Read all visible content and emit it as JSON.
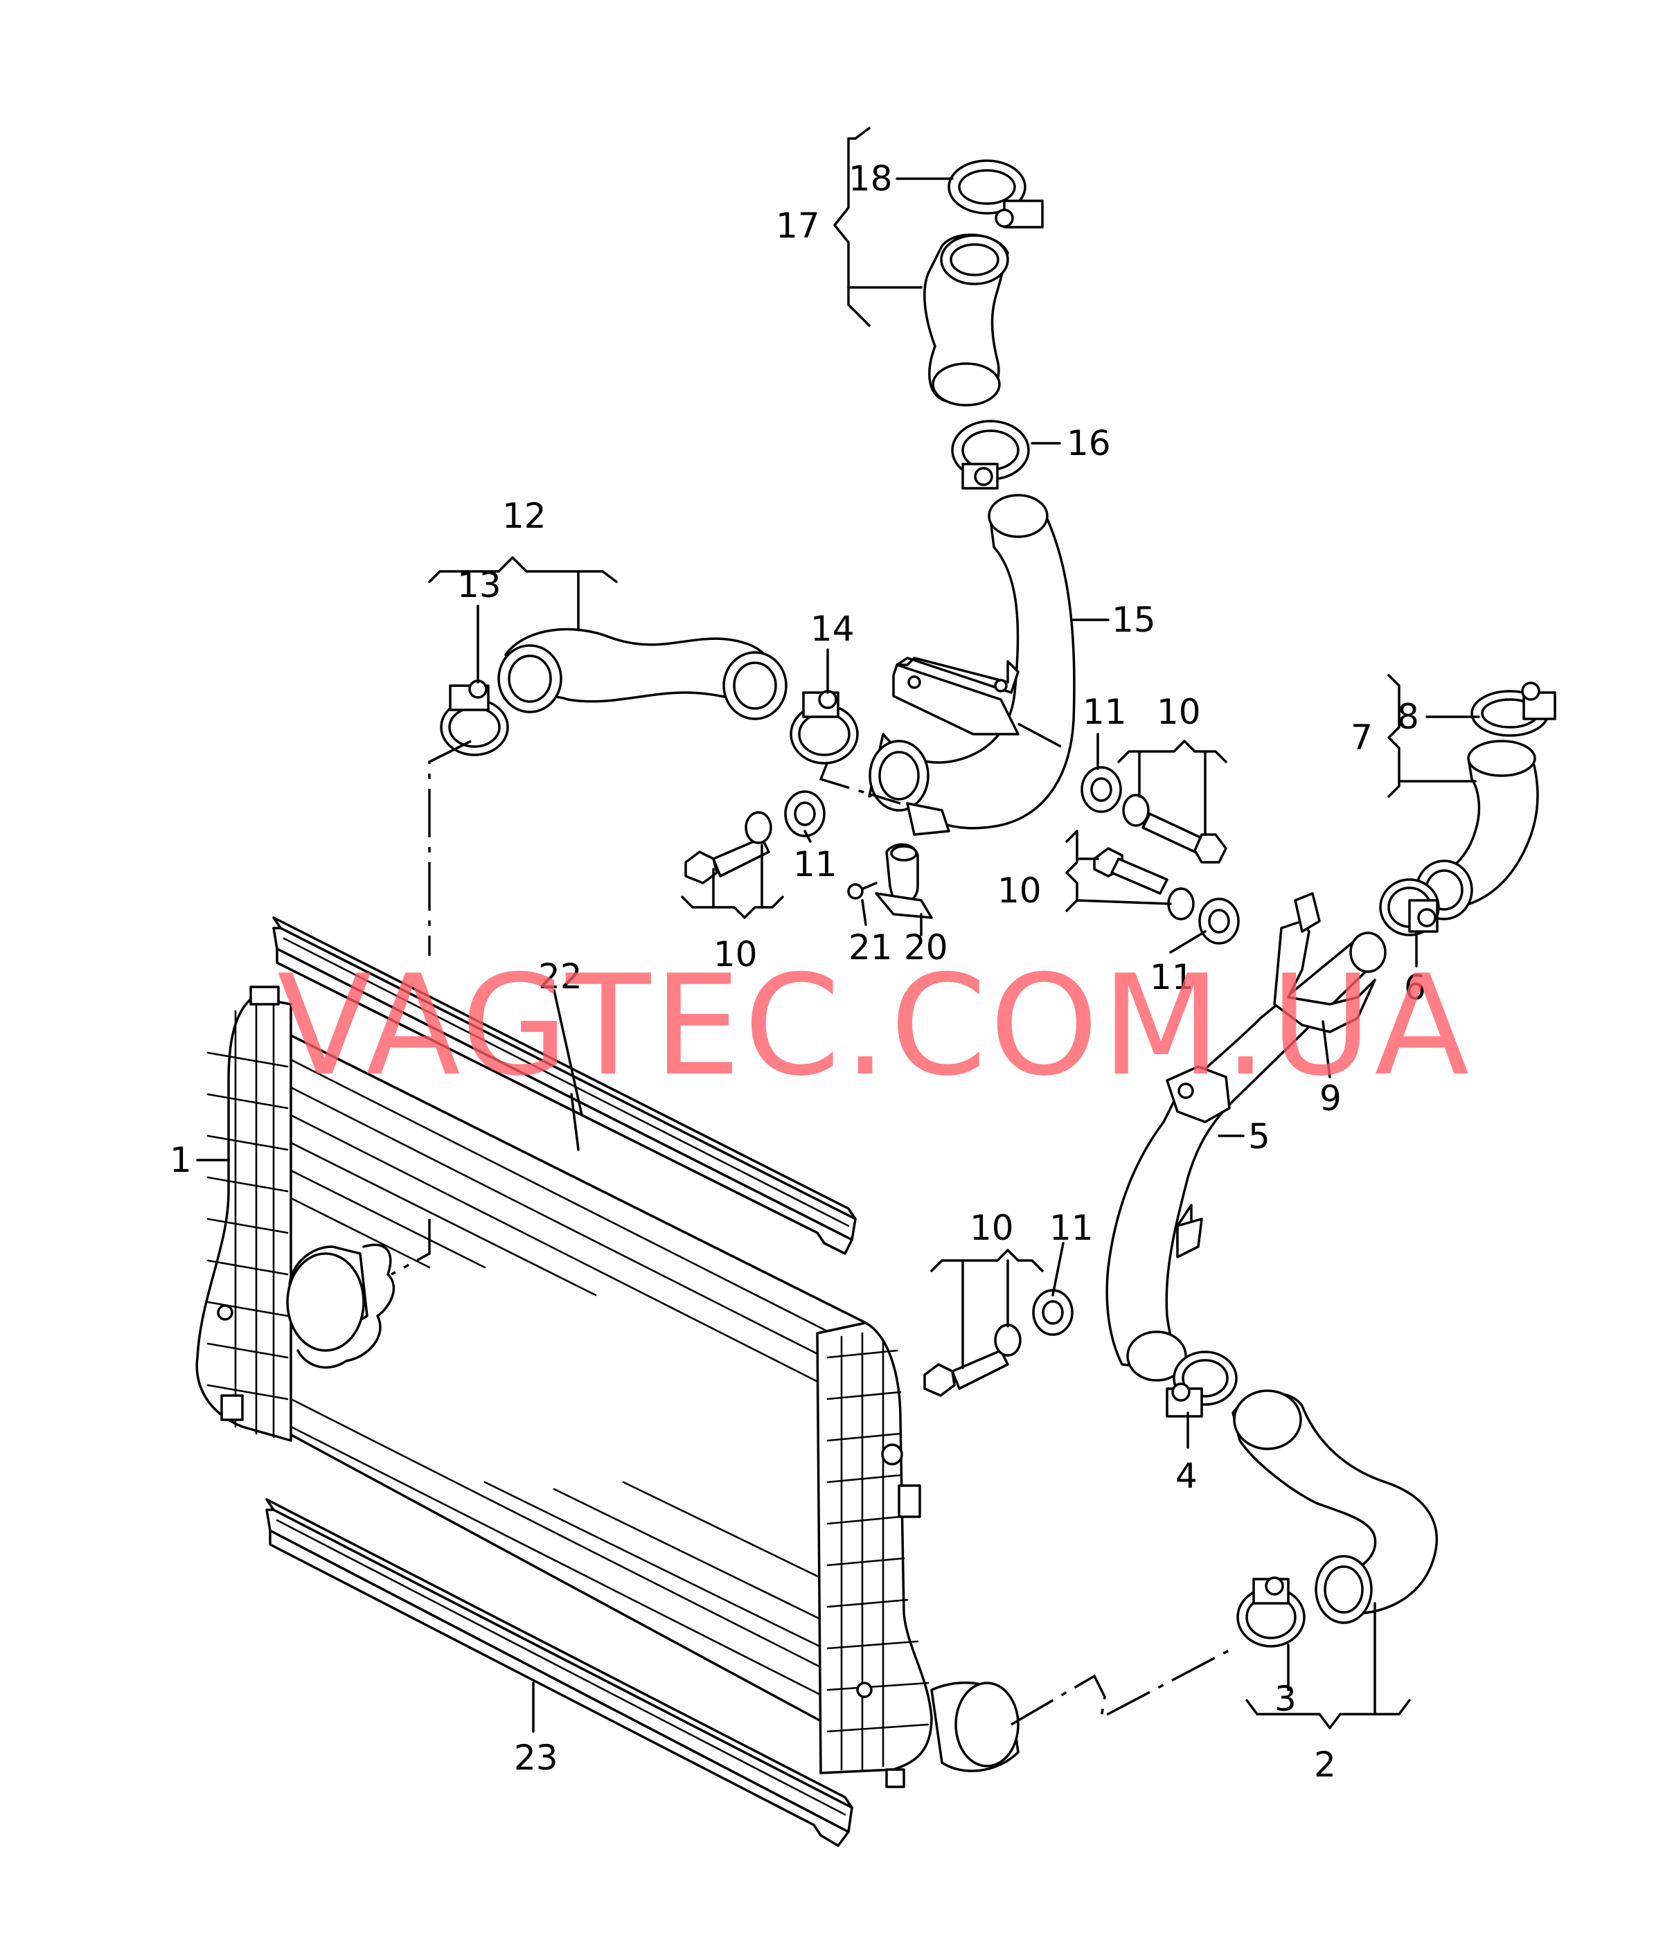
{
  "watermark": "VAGTEC.COM.UA",
  "part_numbers": [
    "1",
    "2",
    "3",
    "4",
    "5",
    "6",
    "7",
    "8",
    "9",
    "10",
    "11",
    "12",
    "13",
    "14",
    "15",
    "16",
    "17",
    "18",
    "20",
    "21",
    "22",
    "23"
  ],
  "callouts": [
    {
      "id": "n1",
      "text": "1"
    },
    {
      "id": "n2",
      "text": "2"
    },
    {
      "id": "n3",
      "text": "3"
    },
    {
      "id": "n4",
      "text": "4"
    },
    {
      "id": "n5",
      "text": "5"
    },
    {
      "id": "n6",
      "text": "6"
    },
    {
      "id": "n7",
      "text": "7"
    },
    {
      "id": "n8",
      "text": "8"
    },
    {
      "id": "n9",
      "text": "9"
    },
    {
      "id": "n10",
      "text": "10"
    },
    {
      "id": "n11",
      "text": "11"
    },
    {
      "id": "n12",
      "text": "12"
    },
    {
      "id": "n13",
      "text": "13"
    },
    {
      "id": "n14",
      "text": "14"
    },
    {
      "id": "n15",
      "text": "15"
    },
    {
      "id": "n16",
      "text": "16"
    },
    {
      "id": "n17",
      "text": "17"
    },
    {
      "id": "n18",
      "text": "18"
    },
    {
      "id": "n20",
      "text": "20"
    },
    {
      "id": "n21",
      "text": "21"
    },
    {
      "id": "n22",
      "text": "22"
    },
    {
      "id": "n23",
      "text": "23"
    }
  ]
}
